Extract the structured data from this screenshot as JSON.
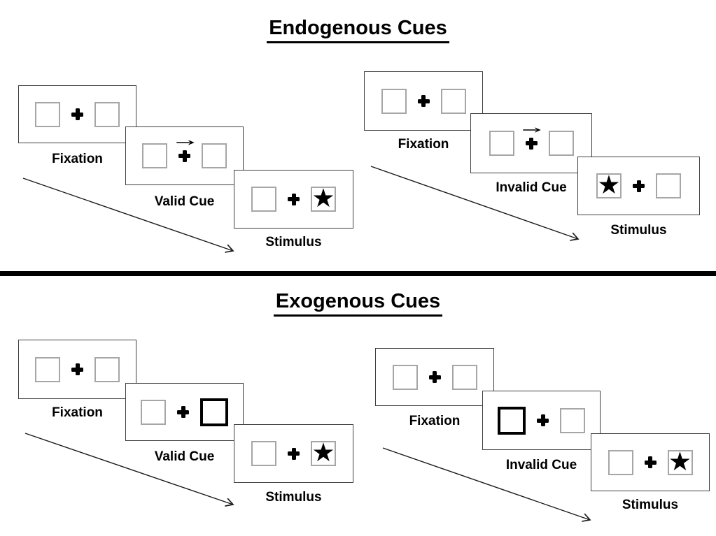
{
  "sections": [
    {
      "title": "Endogenous Cues",
      "trials": [
        {
          "name": "valid-trial",
          "steps": [
            {
              "label": "Fixation",
              "left_box": "empty",
              "right_box": "empty",
              "cue": "none"
            },
            {
              "label": "Valid Cue",
              "left_box": "empty",
              "right_box": "empty",
              "cue": "central-arrow-right"
            },
            {
              "label": "Stimulus",
              "left_box": "empty",
              "right_box": "star",
              "cue": "none"
            }
          ]
        },
        {
          "name": "invalid-trial",
          "steps": [
            {
              "label": "Fixation",
              "left_box": "empty",
              "right_box": "empty",
              "cue": "none"
            },
            {
              "label": "Invalid Cue",
              "left_box": "empty",
              "right_box": "empty",
              "cue": "central-arrow-right"
            },
            {
              "label": "Stimulus",
              "left_box": "star",
              "right_box": "empty",
              "cue": "none"
            }
          ]
        }
      ]
    },
    {
      "title": "Exogenous Cues",
      "trials": [
        {
          "name": "valid-trial",
          "steps": [
            {
              "label": "Fixation",
              "left_box": "empty",
              "right_box": "empty",
              "cue": "none"
            },
            {
              "label": "Valid Cue",
              "left_box": "empty",
              "right_box": "highlighted",
              "cue": "peripheral-right"
            },
            {
              "label": "Stimulus",
              "left_box": "empty",
              "right_box": "star",
              "cue": "none"
            }
          ]
        },
        {
          "name": "invalid-trial",
          "steps": [
            {
              "label": "Fixation",
              "left_box": "empty",
              "right_box": "empty",
              "cue": "none"
            },
            {
              "label": "Invalid Cue",
              "left_box": "highlighted",
              "right_box": "empty",
              "cue": "peripheral-left"
            },
            {
              "label": "Stimulus",
              "left_box": "empty",
              "right_box": "star",
              "cue": "none"
            }
          ]
        }
      ]
    }
  ],
  "icons": {
    "fixation_cross": "+",
    "star": "★",
    "cue_arrow": "→",
    "timeline_arrow": "↘"
  },
  "colors": {
    "background": "#ffffff",
    "panel_border": "#3f3f3f",
    "target_box_border": "#a6a6a6",
    "cue_highlight": "#000000",
    "ink": "#000000"
  }
}
